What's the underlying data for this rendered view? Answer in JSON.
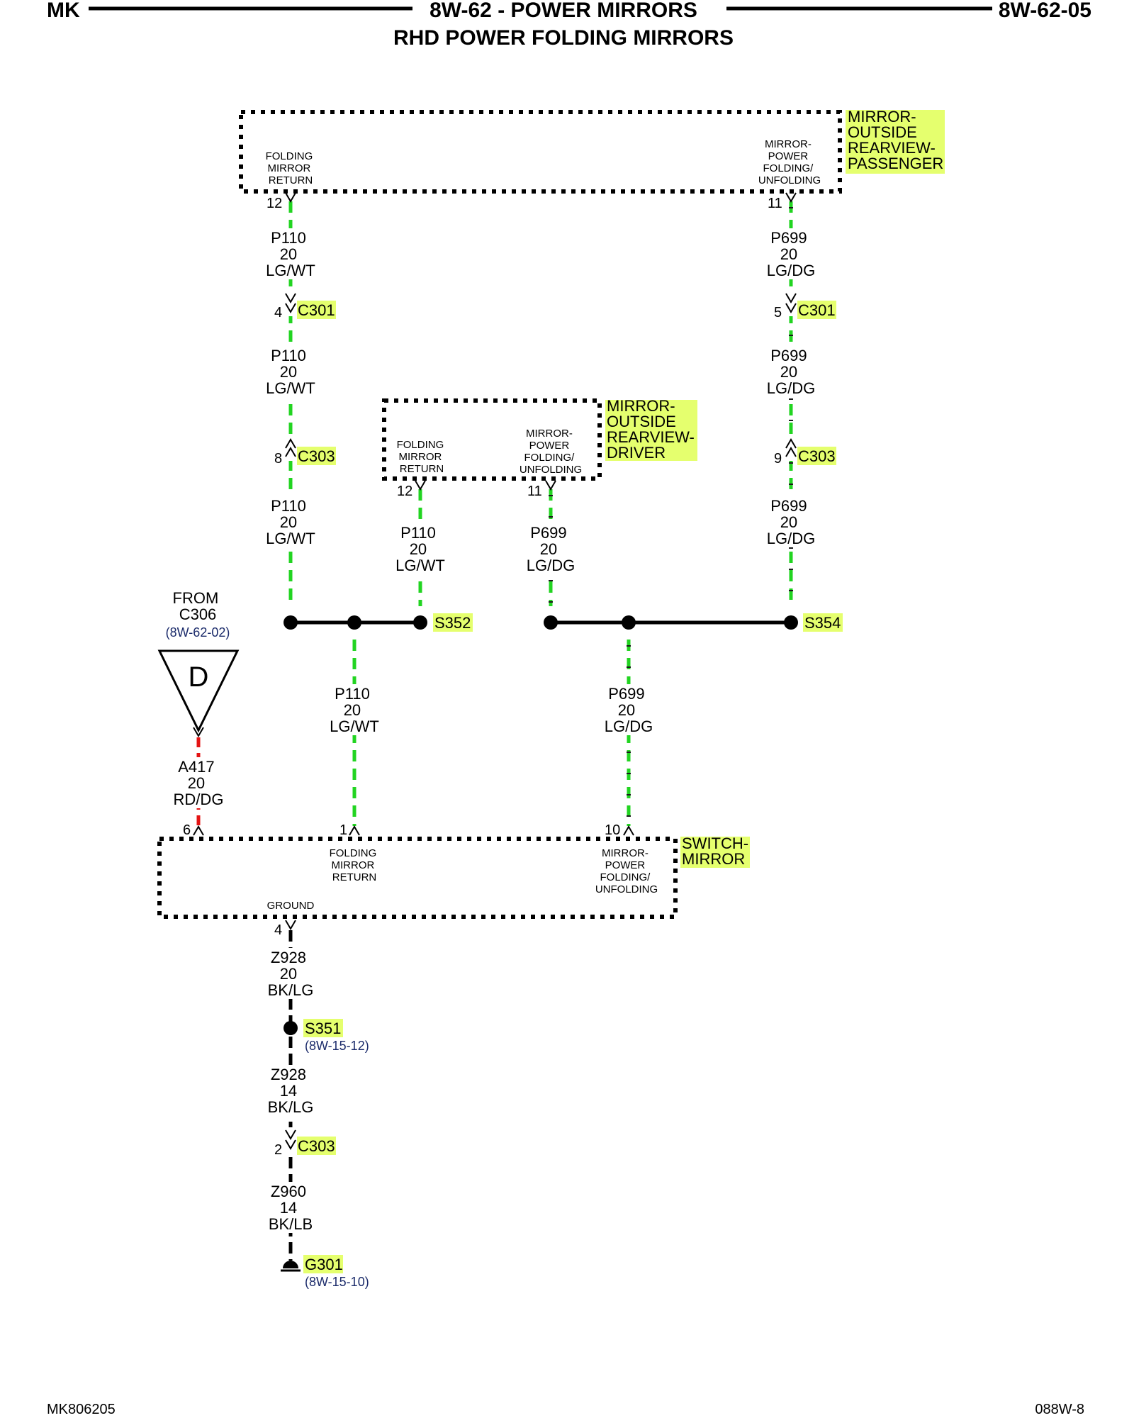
{
  "header": {
    "left": "MK",
    "center": "8W-62 - POWER MIRRORS",
    "right": "8W-62-05",
    "subtitle": "RHD POWER FOLDING MIRRORS"
  },
  "footer": {
    "left": "MK806205",
    "right": "088W-8"
  },
  "components": {
    "passenger_mirror": [
      "MIRROR-",
      "OUTSIDE",
      "REARVIEW-",
      "PASSENGER"
    ],
    "driver_mirror": [
      "MIRROR-",
      "OUTSIDE",
      "REARVIEW-",
      "DRIVER"
    ],
    "switch": [
      "SWITCH-",
      "MIRROR"
    ]
  },
  "pins": {
    "folding_return": [
      "FOLDING",
      "MIRROR",
      "RETURN"
    ],
    "power_folding": [
      "MIRROR-",
      "POWER",
      "FOLDING/",
      "UNFOLDING"
    ],
    "ground": "GROUND"
  },
  "pin_numbers": {
    "pass_12": "12",
    "pass_11": "11",
    "c301_left": "4",
    "c301_right": "5",
    "c303_left": "8",
    "c303_right": "9",
    "drv_12": "12",
    "drv_11": "11",
    "sw_6": "6",
    "sw_1": "1",
    "sw_10": "10",
    "sw_4": "4",
    "c303_ground": "2"
  },
  "connectors": {
    "c301": "C301",
    "c303": "C303"
  },
  "splices": {
    "s352": "S352",
    "s354": "S354",
    "s351": "S351",
    "s351_ref": "(8W-15-12)",
    "g301": "G301",
    "g301_ref": "(8W-15-10)"
  },
  "from": {
    "line1": "FROM",
    "line2": "C306",
    "ref": "(8W-62-02)",
    "symbol": "D"
  },
  "wires": {
    "p110": {
      "circuit": "P110",
      "gauge": "20",
      "color": "LG/WT"
    },
    "p699": {
      "circuit": "P699",
      "gauge": "20",
      "color": "LG/DG"
    },
    "a417": {
      "circuit": "A417",
      "gauge": "20",
      "color": "RD/DG"
    },
    "z928_20": {
      "circuit": "Z928",
      "gauge": "20",
      "color": "BK/LG"
    },
    "z928_14": {
      "circuit": "Z928",
      "gauge": "14",
      "color": "BK/LG"
    },
    "z960": {
      "circuit": "Z960",
      "gauge": "14",
      "color": "BK/LB"
    }
  },
  "colors": {
    "highlight": "#e5ff6e",
    "wire_green": "#22d421",
    "wire_red": "#e41414",
    "reference_text": "#1a2a6a"
  }
}
